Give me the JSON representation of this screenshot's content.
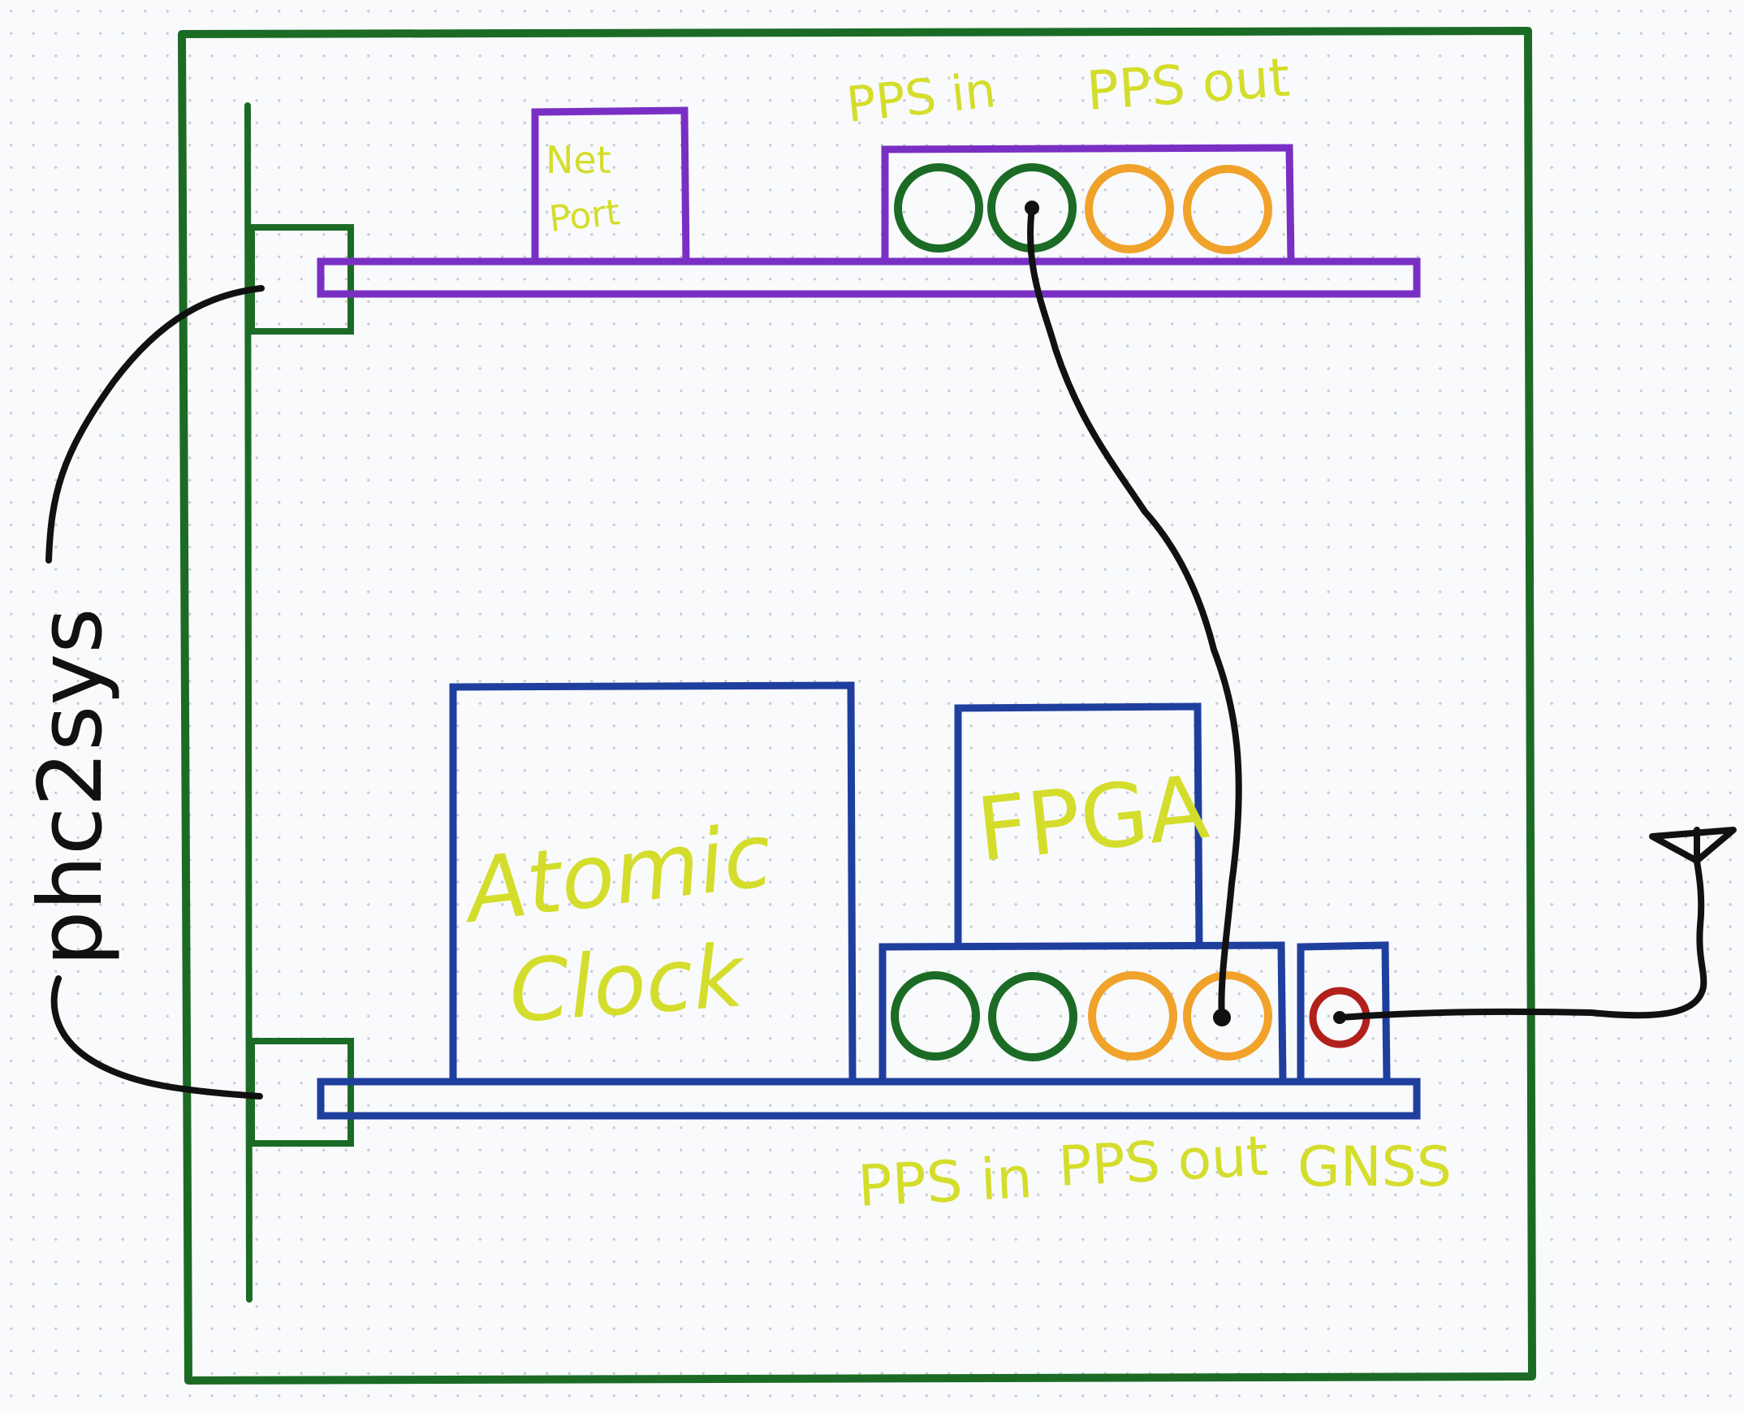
{
  "colors": {
    "chassis": "#1b6b25",
    "top_card": "#7a2fc4",
    "bottom_card": "#1f3f9e",
    "label": "#d4dd2b",
    "port_green": "#1b6b25",
    "port_orange": "#f0a22a",
    "gnss_port": "#b2201c",
    "cable": "#111111"
  },
  "labels": {
    "pps_in_top": "PPS in",
    "pps_out_top": "PPS out",
    "net": "Net",
    "port": "Port",
    "atomic": "Atomic",
    "clock": "Clock",
    "fpga": "FPGA",
    "pps_in_bottom": "PPS in",
    "pps_out_bottom": "PPS out",
    "gnss": "GNSS",
    "phc2sys": "phc2sys"
  }
}
